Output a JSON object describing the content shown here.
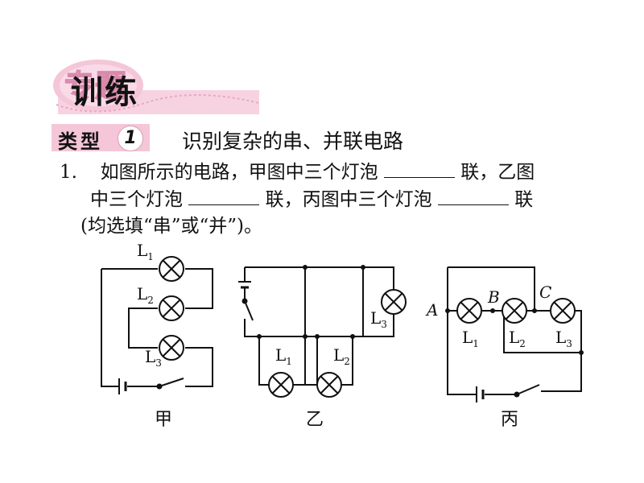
{
  "header": {
    "banner_tag": "专题",
    "banner_main": "训练"
  },
  "type": {
    "label": "类型",
    "number": "1",
    "title": "识别复杂的串、并联电路"
  },
  "question": {
    "number": "1.",
    "line1_a": "如图所示的电路，甲图中三个灯泡",
    "line1_b": "联，乙图",
    "line2_a": "中三个灯泡",
    "line2_b": "联，丙图中三个灯泡",
    "line2_c": "联",
    "line3": "(均选填“串”或“并”)。"
  },
  "diagrams": {
    "jia": {
      "caption": "甲",
      "l1": "L",
      "l1_sub": "1",
      "l2": "L",
      "l2_sub": "2",
      "l3": "L",
      "l3_sub": "3"
    },
    "yi": {
      "caption": "乙",
      "l1": "L",
      "l1_sub": "1",
      "l2": "L",
      "l2_sub": "2",
      "l3": "L",
      "l3_sub": "3"
    },
    "bing": {
      "caption": "丙",
      "a": "A",
      "b": "B",
      "c": "C",
      "l1": "L",
      "l1_sub": "1",
      "l2": "L",
      "l2_sub": "2",
      "l3": "L",
      "l3_sub": "3"
    }
  },
  "colors": {
    "banner_pink": "#f4c6d8",
    "banner_dark_pink": "#e8a8c2"
  }
}
